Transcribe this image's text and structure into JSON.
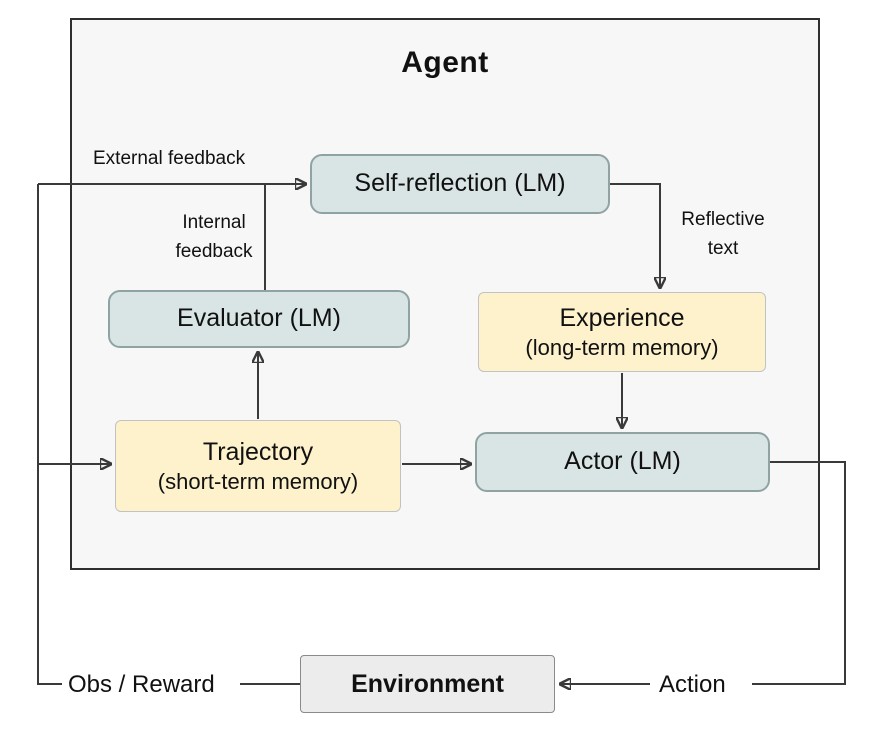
{
  "diagram": {
    "agent_title": "Agent",
    "boxes": {
      "self_reflection": "Self-reflection (LM)",
      "evaluator": "Evaluator (LM)",
      "experience_title": "Experience",
      "experience_subtitle": "(long-term memory)",
      "trajectory_title": "Trajectory",
      "trajectory_subtitle": "(short-term memory)",
      "actor": "Actor (LM)",
      "environment": "Environment"
    },
    "labels": {
      "external_feedback": "External feedback",
      "internal_feedback": "Internal feedback",
      "reflective_text": "Reflective text",
      "obs_reward": "Obs / Reward",
      "action": "Action"
    },
    "colors": {
      "agent_box_fill": "#f7f7f7",
      "agent_box_border": "#2f2f2f",
      "lm_box_fill": "#d9e5e4",
      "lm_box_border": "#8fa3a3",
      "memory_box_fill": "#fdf2cc",
      "memory_box_border": "#c2c2c2",
      "environment_fill": "#ececec",
      "environment_border": "#8a8a8a",
      "arrow_color": "#3a3a3a"
    }
  }
}
